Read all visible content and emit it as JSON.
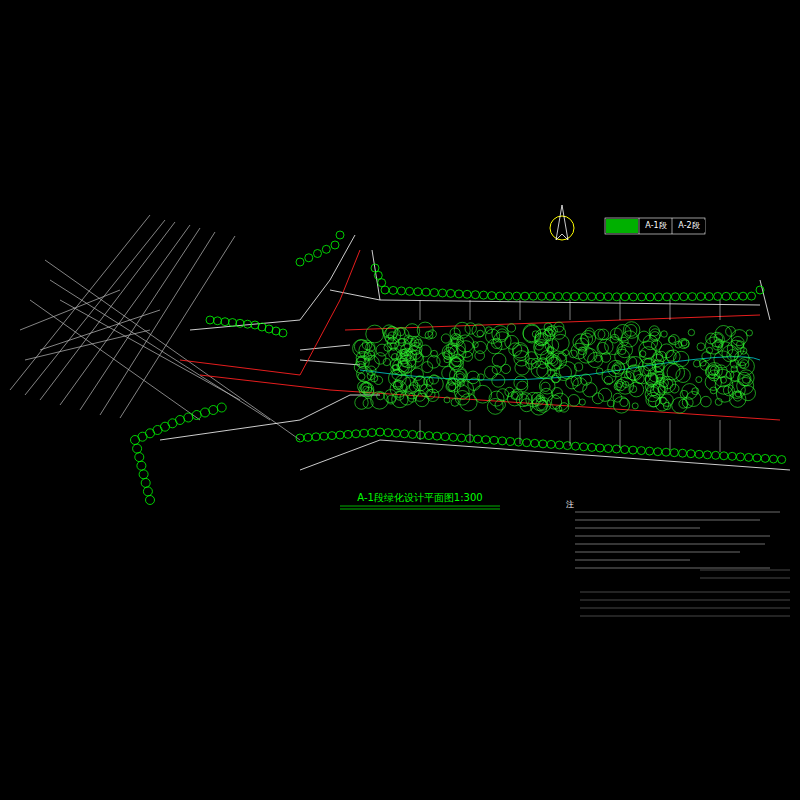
{
  "diagram": {
    "title": "A-1段绿化设计平面图1:300",
    "labels": [
      "注"
    ],
    "legend": [
      {
        "text": "A-1段",
        "color": "#00b000"
      },
      {
        "text": "A-2段",
        "color": "#000000"
      }
    ]
  }
}
